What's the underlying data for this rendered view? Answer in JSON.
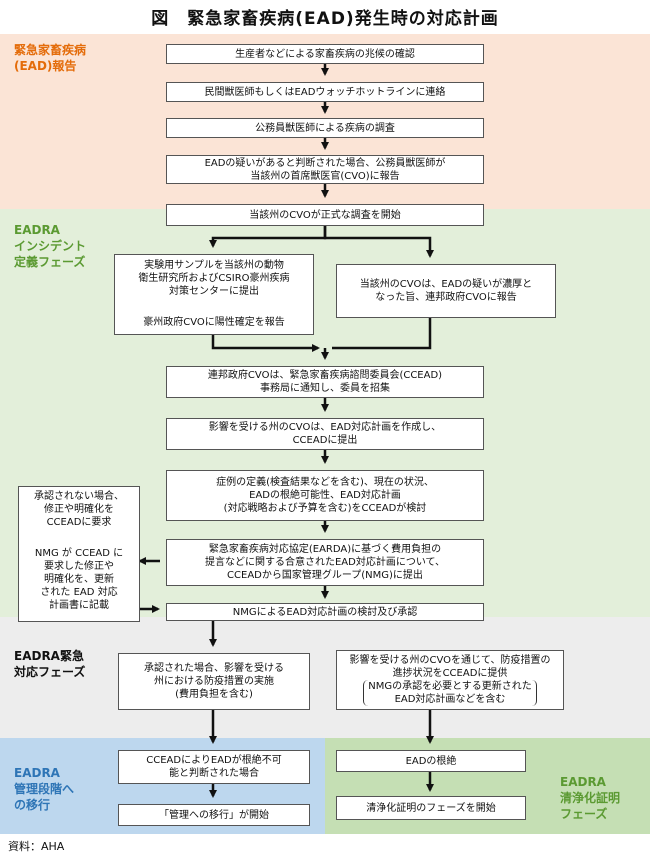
{
  "title": "図　緊急家畜疾病(EAD)発生時の対応計画",
  "phases": {
    "report": "緊急家畜疾病\n(EAD)報告",
    "incident": "EADRA\nインシデント\n定義フェーズ",
    "emergency": "EADRA緊急\n対応フェーズ",
    "management": "EADRA\n管理段階へ\nの移行",
    "clearance": "EADRA\n清浄化証明\nフェーズ"
  },
  "boxes": {
    "b1": "生産者などによる家畜疾病の兆候の確認",
    "b2": "民間獣医師もしくはEADウォッチホットラインに連絡",
    "b3": "公務員獣医師による疾病の調査",
    "b4": "EADの疑いがあると判断された場合、公務員獣医師が\n当該州の首席獣医官(CVO)に報告",
    "b5": "当該州のCVOが正式な調査を開始",
    "b6a": "実験用サンプルを当該州の動物\n衛生研究所およびCSIRO豪州疾病\n対策センターに提出",
    "b6b": "豪州政府CVOに陽性確定を報告",
    "b7": "当該州のCVOは、EADの疑いが濃厚と\nなった旨、連邦政府CVOに報告",
    "b8": "連邦政府CVOは、緊急家畜疾病諮問委員会(CCEAD)\n事務局に通知し、委員を招集",
    "b9": "影響を受ける州のCVOは、EAD対応計画を作成し、\nCCEADに提出",
    "b10": "症例の定義(検査結果などを含む)、現在の状況、\nEADの根絶可能性、EAD対応計画\n(対応戦略および予算を含む)をCCEADが検討",
    "b11": "緊急家畜疾病対応協定(EARDA)に基づく費用負担の\n提言などに関する合意されたEAD対応計画について、\nCCEADから国家管理グループ(NMG)に提出",
    "b12": "NMGによるEAD対応計画の検討及び承認",
    "side_a": "承認されない場合、\n修正や明確化を\nCCEADに要求",
    "side_b": "NMG が CCEAD に\n要求した修正や\n明確化を、更新\nされた EAD 対応\n計画書に記載",
    "b13": "承認された場合、影響を受ける\n州における防疫措置の実施\n(費用負担を含む)",
    "b14_top": "影響を受ける州のCVOを通じて、防疫措置の\n進捗状況をCCEADに提供",
    "b14_bottom": "NMGの承認を必要とする更新された\nEAD対応計画などを含む",
    "b15": "CCEADによりEADが根絶不可\n能と判断された場合",
    "b16": "「管理への移行」が開始",
    "b17": "EADの根絶",
    "b18": "清浄化証明のフェーズを開始"
  },
  "source": "資料：AHA",
  "colors": {
    "report": "#FBE4D6",
    "incident": "#E3EFDA",
    "emergency": "#EDEDED",
    "management": "#BDD7EE",
    "clearance": "#C5DFB4",
    "report_text": "#E46C0A",
    "green_text": "#5B9A32",
    "blue_text": "#2E75B6"
  }
}
